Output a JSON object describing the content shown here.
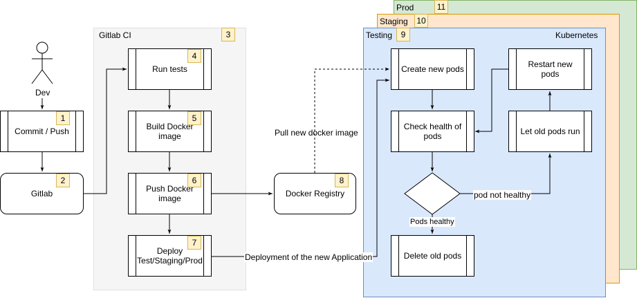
{
  "actor": {
    "label": "Dev"
  },
  "left": {
    "commit": {
      "label": "Commit / Push",
      "badge": "1"
    },
    "gitlab": {
      "label": "Gitlab",
      "badge": "2"
    }
  },
  "ci": {
    "title": "Gitlab CI",
    "badge": "3",
    "run_tests": {
      "label": "Run tests",
      "badge": "4"
    },
    "build": {
      "label": "Build Docker image",
      "badge": "5"
    },
    "push": {
      "label": "Push Docker image",
      "badge": "6"
    },
    "deploy": {
      "label": "Deploy Test/Staging/Prod",
      "badge": "7"
    }
  },
  "registry": {
    "label": "Docker Registry",
    "badge": "8"
  },
  "edges": {
    "pull": "Pull new docker image",
    "deployment": "Deployment of the new Application",
    "not_healthy": "pod not healthy",
    "healthy": "Pods healthy"
  },
  "envs": {
    "prod": {
      "label": "Prod",
      "badge": "11"
    },
    "staging": {
      "label": "Staging",
      "badge": "10"
    },
    "testing": {
      "label": "Testing",
      "badge": "9"
    },
    "kubernetes": "Kubernetes"
  },
  "k8s": {
    "create": "Create new pods",
    "check": "Check health of pods",
    "delete": "Delete old pods",
    "restart": "Restart new pods",
    "let_old": "Let old pods run"
  },
  "colors": {
    "ci_fill": "#f5f5f5",
    "ci_border": "#e0e0e0",
    "testing_fill": "#dae8fc",
    "testing_border": "#6c8ebf",
    "staging_fill": "#ffe6cc",
    "staging_border": "#d79b00",
    "prod_fill": "#d5e8d4",
    "prod_border": "#82b366",
    "badge_fill": "#fff2cc",
    "badge_border": "#d6b656"
  }
}
